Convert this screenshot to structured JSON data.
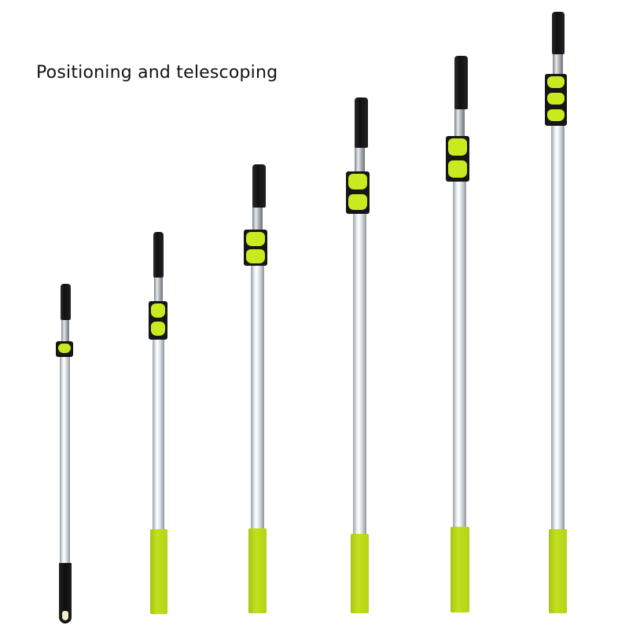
{
  "caption": {
    "title": "Positioning and telescoping"
  },
  "colors": {
    "background": "#ffffff",
    "grip_green": "#c2e01e",
    "lock_black": "#161616",
    "tip_black": "#111111",
    "tube_silver": "#d8dde1"
  },
  "poles": [
    {
      "id": 1,
      "sections": 1,
      "lock_pads": 1,
      "base": "black-endcap"
    },
    {
      "id": 2,
      "sections": 2,
      "lock_pads": 2,
      "base": "green-grip"
    },
    {
      "id": 3,
      "sections": 2,
      "lock_pads": 2,
      "base": "green-grip"
    },
    {
      "id": 4,
      "sections": 2,
      "lock_pads": 2,
      "base": "green-grip"
    },
    {
      "id": 5,
      "sections": 2,
      "lock_pads": 2,
      "base": "green-grip"
    },
    {
      "id": 6,
      "sections": 3,
      "lock_pads": 3,
      "base": "green-grip"
    }
  ]
}
